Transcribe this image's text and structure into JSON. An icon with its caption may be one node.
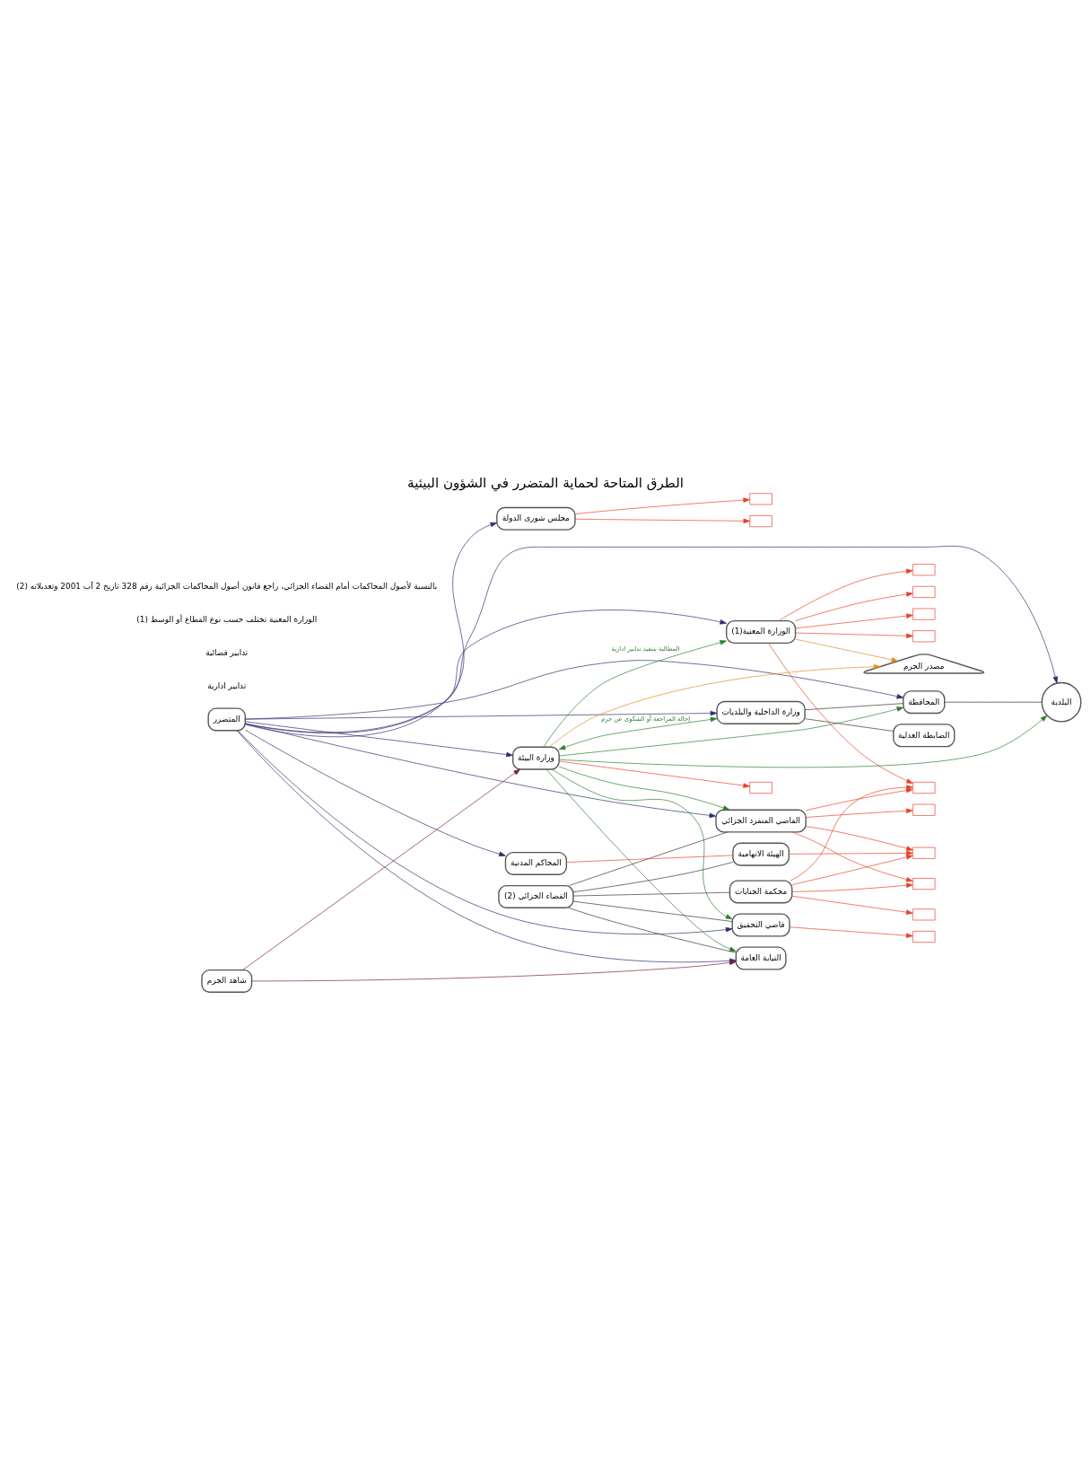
{
  "diagram": {
    "title": "الطرق المتاحة لحماية المتضرر في الشؤون البيئية",
    "nodes": [
      {
        "text": [
          "المتضرر"
        ]
      },
      {
        "text": [
          "شاهد الجرم"
        ]
      },
      {
        "text": [
          "مصدر الجرم"
        ]
      },
      {
        "text": [
          "الوزارة المعنية(1)"
        ]
      },
      {
        "text": [
          "وزارة البيئة"
        ]
      },
      {
        "text": [
          "وزارة الداخلية والبلديات"
        ]
      },
      {
        "text": [
          "المحافظة"
        ]
      },
      {
        "text": [
          "البلدية"
        ]
      },
      {
        "text": [
          "الضابطة العدلية"
        ]
      },
      {
        "text": [
          "محكمة الجنايات"
        ]
      },
      {
        "text": [
          "القضاء الجزائي (2)"
        ]
      },
      {
        "text": [
          "القاضي المنفرد الجزائي"
        ]
      },
      {
        "text": [
          "قاضي التحقيق"
        ]
      },
      {
        "text": [
          "النيابة العامة"
        ]
      },
      {
        "text": [
          "الهيئة الاتهامية"
        ]
      },
      {
        "text": [
          "المحاكم المدنية"
        ]
      },
      {
        "text": [
          "مجلس شورى الدولة"
        ]
      },
      {
        "text": [],
        "shape": "box"
      },
      {
        "text": [],
        "shape": "box"
      },
      {
        "text": [],
        "shape": "box"
      },
      {
        "text": [],
        "shape": "box"
      },
      {
        "text": [],
        "shape": "box"
      },
      {
        "text": [],
        "shape": "box"
      },
      {
        "text": [],
        "shape": "box"
      },
      {
        "text": [],
        "shape": "box"
      },
      {
        "text": [],
        "shape": "box"
      },
      {
        "text": [],
        "shape": "box"
      },
      {
        "text": [],
        "shape": "box"
      },
      {
        "text": [],
        "shape": "box"
      },
      {
        "text": [],
        "shape": "box"
      }
    ],
    "edges": [
      {
        "from": 0,
        "to": 3,
        "arrow": "to",
        "color": "#2e2e6e"
      },
      {
        "from": 0,
        "to": 4,
        "arrow": "to",
        "color": "#2e2e6e"
      },
      {
        "from": 0,
        "to": 7,
        "arrow": "to",
        "color": "#2e2e6e"
      },
      {
        "from": 0,
        "to": 6,
        "arrow": "to",
        "color": "#2e2e6e"
      },
      {
        "from": 0,
        "to": 5,
        "arrow": "to",
        "color": "#2e2e6e"
      },
      {
        "from": 0,
        "to": 11,
        "arrow": "to",
        "color": "#2e2e6e"
      },
      {
        "from": 0,
        "to": 12,
        "arrow": "to",
        "color": "#2e2e6e"
      },
      {
        "from": 0,
        "to": 13,
        "arrow": "to",
        "color": "#2e2e6e"
      },
      {
        "from": 0,
        "to": 15,
        "arrow": "to",
        "color": "#2e2e6e"
      },
      {
        "from": 0,
        "to": 16,
        "arrow": "to",
        "color": "#2e2e6e"
      },
      {
        "from": 1,
        "to": 4,
        "arrow": "to",
        "color": "#7a1f3a"
      },
      {
        "from": 1,
        "to": 13,
        "arrow": "to",
        "color": "#7a1f3a"
      },
      {
        "from": 3,
        "to": 2,
        "arrow": "to",
        "color": "#e08a1e"
      },
      {
        "from": 4,
        "to": 2,
        "arrow": "to",
        "color": "#e08a1e"
      },
      {
        "from": 4,
        "to": 3,
        "arrow": "to",
        "label": "المطالبة بتنفيذ تدابير ادارية",
        "color": "#2e7d32"
      },
      {
        "from": 4,
        "to": 5,
        "arrow": "both",
        "label": "إحالة المراجعة أو الشكوى عن جرم",
        "color": "#2e7d32"
      },
      {
        "from": 4,
        "to": 6,
        "arrow": "to",
        "color": "#2e7d32"
      },
      {
        "from": 4,
        "to": 7,
        "arrow": "to",
        "color": "#2e7d32"
      },
      {
        "from": 4,
        "to": 11,
        "arrow": "to",
        "color": "#2e7d32"
      },
      {
        "from": 4,
        "to": 12,
        "arrow": "to",
        "color": "#2e7d32"
      },
      {
        "from": 4,
        "to": 13,
        "arrow": "to",
        "color": "#2e7d32"
      },
      {
        "from": 5,
        "to": 6,
        "arrow": "none",
        "color": "#333333"
      },
      {
        "from": 6,
        "to": 7,
        "arrow": "none",
        "color": "#333333"
      },
      {
        "from": 5,
        "to": 8,
        "arrow": "none",
        "color": "#333333"
      },
      {
        "from": 10,
        "to": 9,
        "arrow": "none",
        "color": "#333333"
      },
      {
        "from": 10,
        "to": 11,
        "arrow": "none",
        "color": "#333333"
      },
      {
        "from": 10,
        "to": 12,
        "arrow": "none",
        "color": "#333333"
      },
      {
        "from": 10,
        "to": 13,
        "arrow": "none",
        "color": "#333333"
      },
      {
        "from": 10,
        "to": 14,
        "arrow": "none",
        "color": "#333333"
      },
      {
        "from": 3,
        "to": 17,
        "arrow": "to",
        "color": "#e8402a"
      },
      {
        "from": 3,
        "to": 18,
        "arrow": "to",
        "color": "#e8402a"
      },
      {
        "from": 3,
        "to": 19,
        "arrow": "to",
        "color": "#e8402a"
      },
      {
        "from": 3,
        "to": 20,
        "arrow": "to",
        "color": "#e8402a"
      },
      {
        "from": 3,
        "to": 23,
        "arrow": "to",
        "color": "#e8402a"
      },
      {
        "from": 4,
        "to": 21,
        "arrow": "to",
        "color": "#e8402a"
      },
      {
        "from": 9,
        "to": 22,
        "arrow": "to",
        "color": "#e8402a"
      },
      {
        "from": 9,
        "to": 23,
        "arrow": "to",
        "color": "#e8402a"
      },
      {
        "from": 9,
        "to": 24,
        "arrow": "to",
        "color": "#e8402a"
      },
      {
        "from": 9,
        "to": 25,
        "arrow": "to",
        "color": "#e8402a"
      },
      {
        "from": 11,
        "to": 22,
        "arrow": "to",
        "color": "#e8402a"
      },
      {
        "from": 11,
        "to": 23,
        "arrow": "to",
        "color": "#e8402a"
      },
      {
        "from": 11,
        "to": 25,
        "arrow": "to",
        "color": "#e8402a"
      },
      {
        "from": 11,
        "to": 27,
        "arrow": "to",
        "color": "#e8402a"
      },
      {
        "from": 12,
        "to": 28,
        "arrow": "to",
        "color": "#e8402a"
      },
      {
        "from": 14,
        "to": 25,
        "arrow": "to",
        "color": "#e8402a"
      },
      {
        "from": 15,
        "to": 14,
        "arrow": "none",
        "color": "#e8402a"
      },
      {
        "from": 16,
        "to": 26,
        "arrow": "to",
        "color": "#e8402a"
      },
      {
        "from": 16,
        "to": 29,
        "arrow": "to",
        "color": "#e8402a"
      }
    ],
    "labels": [
      "تدابير ادارية",
      "تدابير قضائية",
      "(1) الوزارة المعنية تختلف حسب نوع القطاع أو الوسط",
      "(2) بالنسبة لأصول المحاكمات أمام القضاء الجزائي، راجع قانون أصول المحاكمات الجزائية رقم 328 تاريخ 2 آب 2001 وتعديلاته"
    ]
  }
}
